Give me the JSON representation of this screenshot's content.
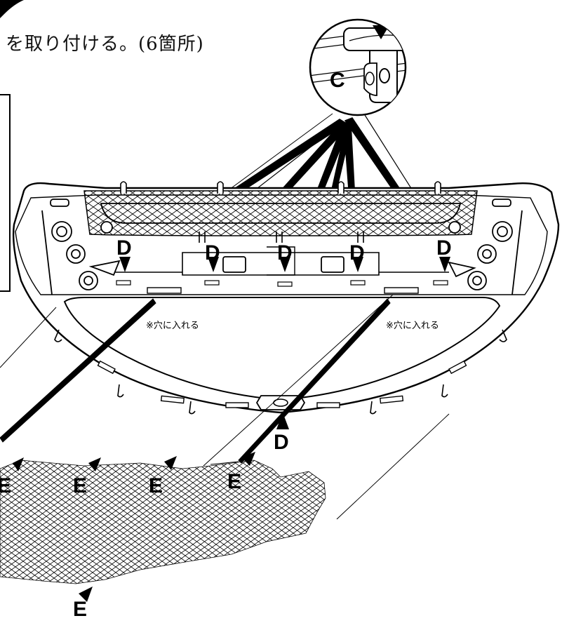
{
  "caption": "を取り付ける。(6箇所)",
  "labels": {
    "clip": "C",
    "bolt_points": [
      "D",
      "D",
      "D",
      "D",
      "D"
    ],
    "bottom_bolt": "D",
    "hole_notes": [
      "※穴に入れる",
      "※穴に入れる"
    ],
    "mesh_points": [
      "E",
      "E",
      "E",
      "E",
      "E"
    ]
  },
  "colors": {
    "line": "#000000",
    "background": "#ffffff"
  },
  "icons": {
    "arrow": "down-arrow-icon",
    "clip": "clip-icon"
  }
}
